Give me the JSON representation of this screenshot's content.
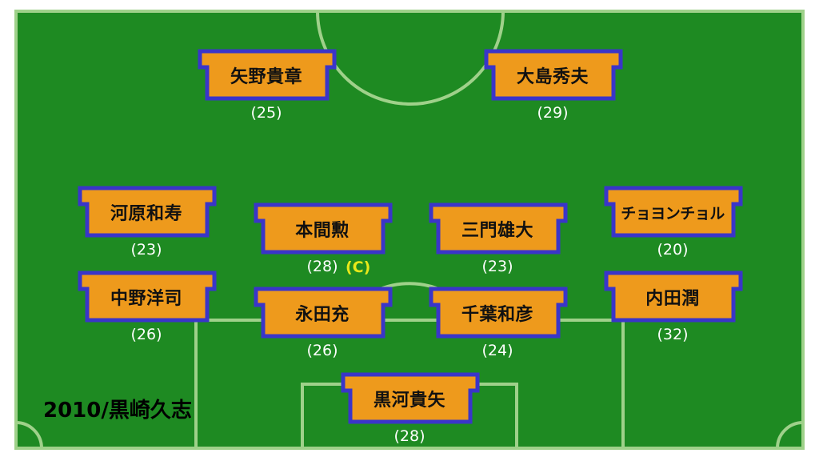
{
  "season_label": "2010/黒崎久志",
  "captain_mark": "(C)",
  "colors": {
    "pitch": "#1e8a22",
    "lines": "#9fd18a",
    "shirt_fill": "#ee9a1c",
    "shirt_border": "#3a35c9"
  },
  "players": [
    {
      "id": "fw-left",
      "name": "矢野貴章",
      "age": "(25)"
    },
    {
      "id": "fw-right",
      "name": "大島秀夫",
      "age": "(29)"
    },
    {
      "id": "lm",
      "name": "河原和寿",
      "age": "(23)"
    },
    {
      "id": "cm-left",
      "name": "本間勲",
      "age": "(28)"
    },
    {
      "id": "cm-right",
      "name": "三門雄大",
      "age": "(23)"
    },
    {
      "id": "rm",
      "name": "チョヨンチョル",
      "age": "(20)"
    },
    {
      "id": "lb",
      "name": "中野洋司",
      "age": "(26)"
    },
    {
      "id": "cb-left",
      "name": "永田充",
      "age": "(26)"
    },
    {
      "id": "cb-right",
      "name": "千葉和彦",
      "age": "(24)"
    },
    {
      "id": "rb",
      "name": "内田潤",
      "age": "(32)"
    },
    {
      "id": "gk",
      "name": "黒河貴矢",
      "age": "(28)"
    }
  ]
}
